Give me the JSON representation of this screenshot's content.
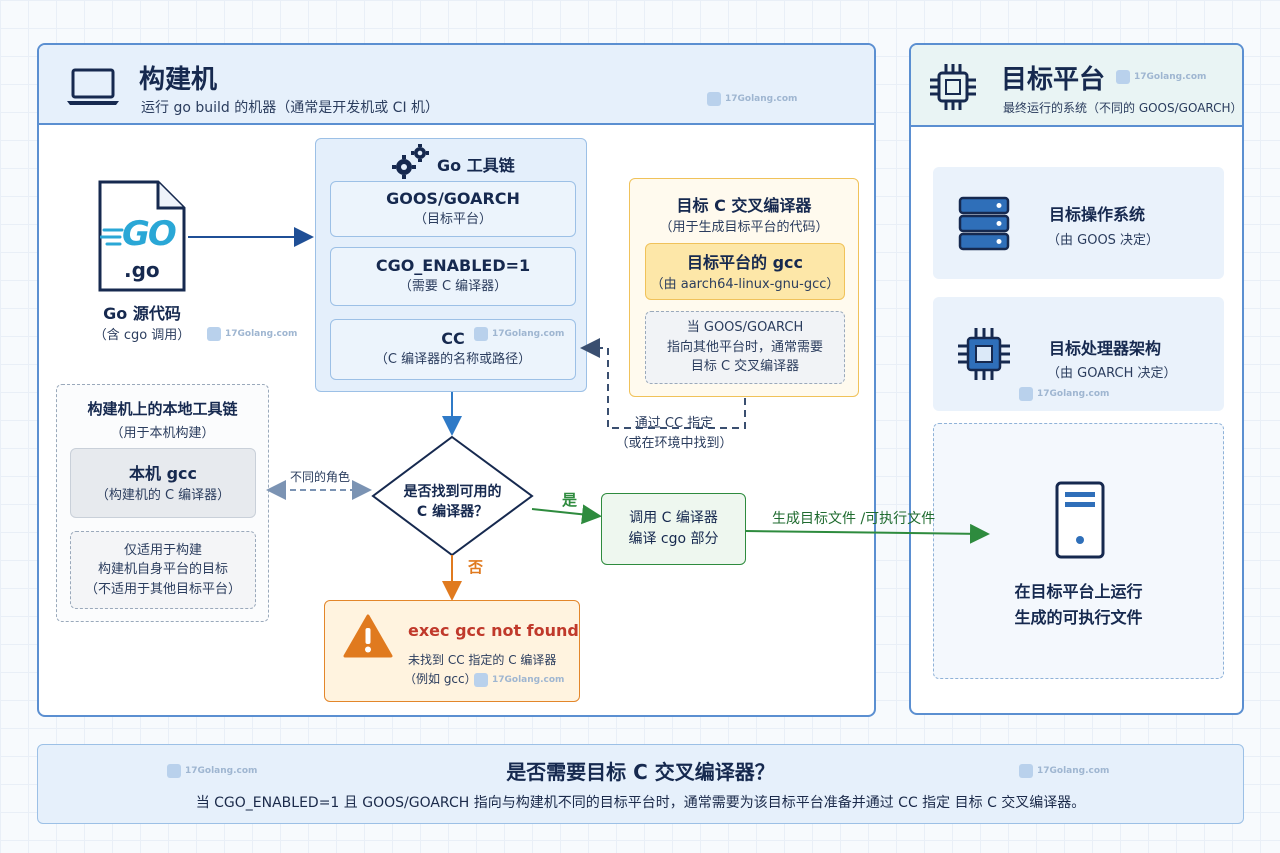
{
  "build_machine": {
    "title": "构建机",
    "subtitle": "运行 go build 的机器（通常是开发机或 CI 机）",
    "icon": "laptop-icon"
  },
  "target_platform": {
    "title": "目标平台",
    "subtitle": "最终运行的系统（不同的 GOOS/GOARCH）",
    "icon": "chip-icon",
    "os": {
      "title": "目标操作系统",
      "desc": "（由 GOOS 决定）",
      "icon": "server-icon"
    },
    "arch": {
      "title": "目标处理器架构",
      "desc": "（由 GOARCH 决定）",
      "icon": "cpu-icon"
    },
    "run": {
      "line1": "在目标平台上运行",
      "line2": "生成的可执行文件",
      "icon": "computer-tower-icon"
    }
  },
  "go_source": {
    "logo_text": "GO",
    "ext": ".go",
    "title": "Go 源代码",
    "desc": "（含 cgo 调用）"
  },
  "toolchain": {
    "title": "Go 工具链",
    "icon": "gears-icon",
    "items": [
      {
        "title": "GOOS/GOARCH",
        "desc": "（目标平台）"
      },
      {
        "title": "CGO_ENABLED=1",
        "desc": "（需要 C 编译器）"
      },
      {
        "title": "CC",
        "desc": "（C 编译器的名称或路径）"
      }
    ]
  },
  "cross_compiler": {
    "title": "目标 C 交叉编译器",
    "desc": "（用于生成目标平台的代码）",
    "gcc_title": "目标平台的 gcc",
    "gcc_desc": "（由 aarch64-linux-gnu-gcc）",
    "note": [
      "当 GOOS/GOARCH",
      "指向其他平台时，通常需要",
      "目标 C 交叉编译器"
    ]
  },
  "local_toolchain": {
    "title": "构建机上的本地工具链",
    "desc": "（用于本机构建）",
    "gcc_title": "本机 gcc",
    "gcc_desc": "（构建机的 C 编译器）",
    "note": [
      "仅适用于构建",
      "构建机自身平台的目标",
      "（不适用于其他目标平台）"
    ]
  },
  "decision": {
    "line1": "是否找到可用的",
    "line2": "C 编译器？"
  },
  "edges": {
    "via_cc": [
      "通过 CC 指定",
      "（或在环境中找到）"
    ],
    "different_role": "不同的角色",
    "yes": "是",
    "no": "否",
    "output": "生成目标文件 /可执行文件"
  },
  "compile": {
    "line1": "调用 C 编译器",
    "line2": "编译 cgo 部分"
  },
  "error": {
    "title": "exec gcc not found",
    "line1": "未找到 CC 指定的 C 编译器",
    "line2": "（例如 gcc）",
    "icon": "warning-icon"
  },
  "footer": {
    "title": "是否需要目标 C 交叉编译器？",
    "desc": "当 CGO_ENABLED=1 且 GOOS/GOARCH 指向与构建机不同的目标平台时，通常需要为该目标平台准备并通过 CC 指定 目标 C 交叉编译器。"
  },
  "watermark": "17Golang.com",
  "colors": {
    "primary_blue": "#2f6fb9",
    "yes_green": "#2e8b3e",
    "no_orange": "#e07a1f",
    "cross_yellow": "#f6c862",
    "error_red": "#c0392b"
  }
}
